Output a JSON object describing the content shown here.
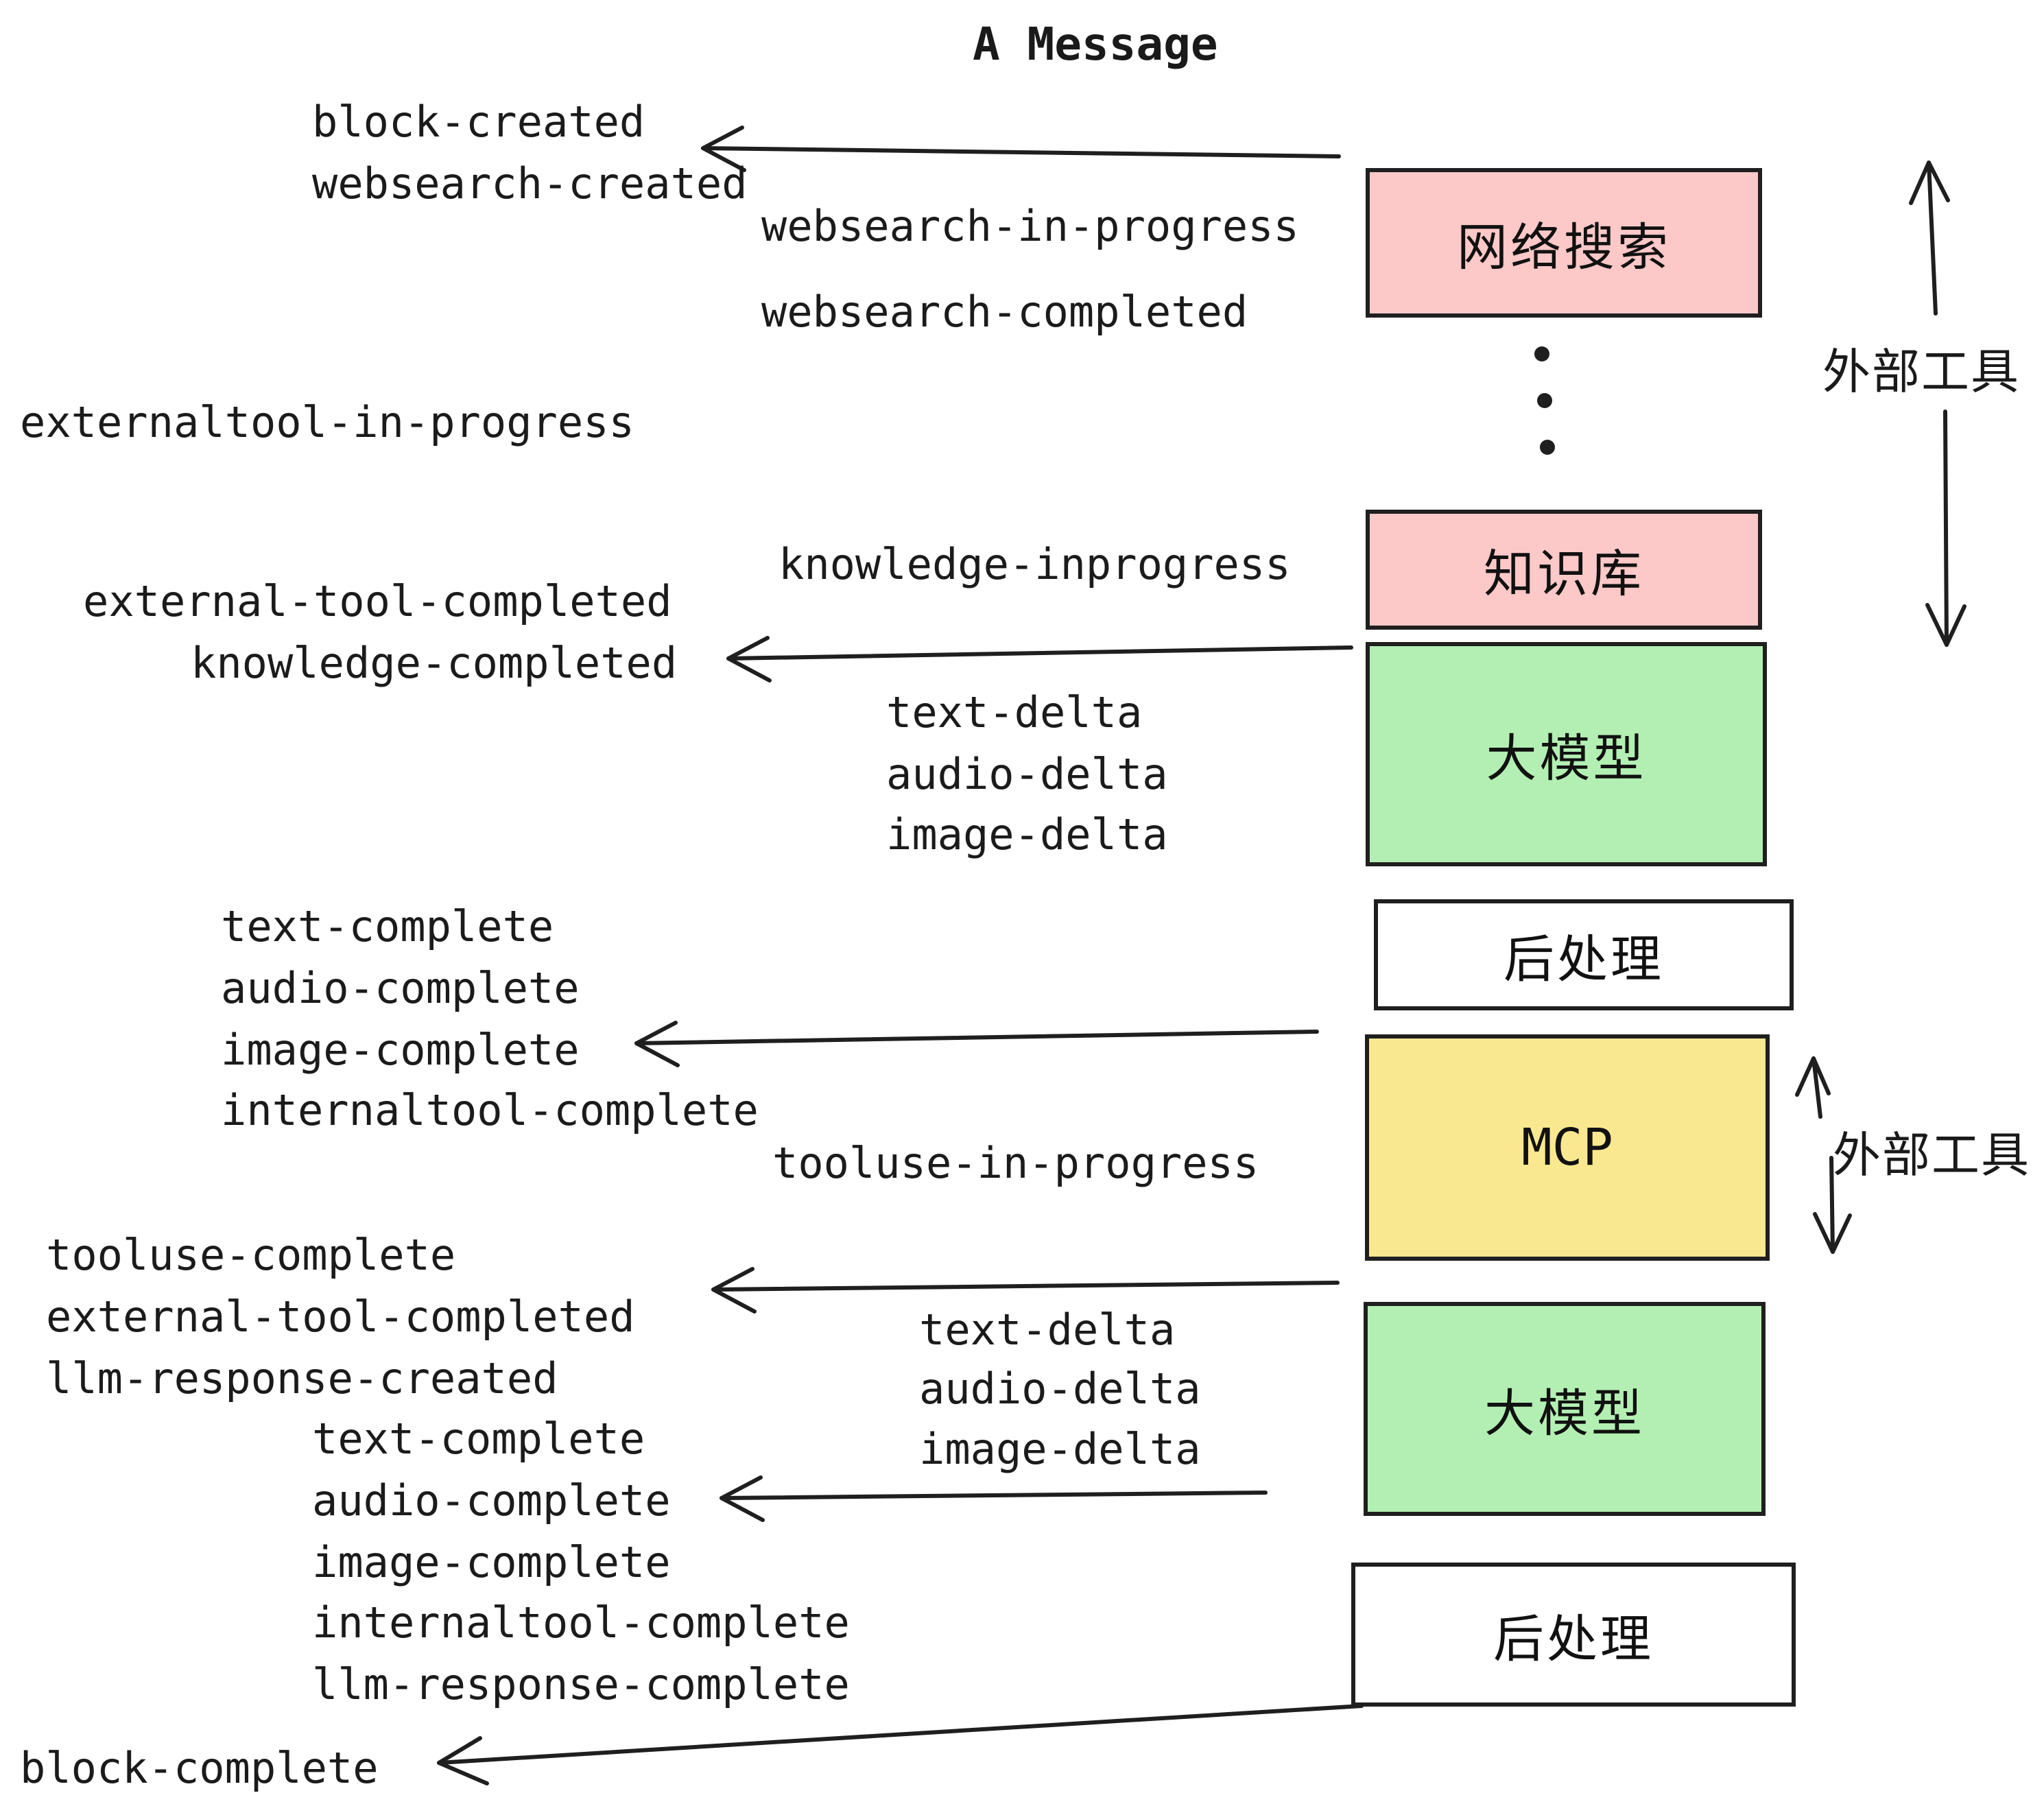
{
  "title": "A Message",
  "boxes": [
    {
      "id": "websearch",
      "label": "网络搜索",
      "color": "#fcc8c8"
    },
    {
      "id": "knowledge",
      "label": "知识库",
      "color": "#fcc8c8"
    },
    {
      "id": "llm1",
      "label": "大模型",
      "color": "#b3efb3"
    },
    {
      "id": "post1",
      "label": "后处理",
      "color": "#ffffff"
    },
    {
      "id": "mcp",
      "label": "MCP",
      "color": "#fae890"
    },
    {
      "id": "llm2",
      "label": "大模型",
      "color": "#b3efb3"
    },
    {
      "id": "post2",
      "label": "后处理",
      "color": "#ffffff"
    }
  ],
  "side_labels": [
    {
      "label": "外部工具"
    },
    {
      "label": "外部工具"
    }
  ],
  "events": [
    {
      "label": "block-created"
    },
    {
      "label": "websearch-created"
    },
    {
      "label": "websearch-in-progress"
    },
    {
      "label": "websearch-completed"
    },
    {
      "label": "externaltool-in-progress"
    },
    {
      "label": "knowledge-inprogress"
    },
    {
      "label": "external-tool-completed"
    },
    {
      "label": "knowledge-completed"
    },
    {
      "label": "text-delta"
    },
    {
      "label": "audio-delta"
    },
    {
      "label": "image-delta"
    },
    {
      "label": "text-complete"
    },
    {
      "label": "audio-complete"
    },
    {
      "label": "image-complete"
    },
    {
      "label": "internaltool-complete"
    },
    {
      "label": "tooluse-in-progress"
    },
    {
      "label": "tooluse-complete"
    },
    {
      "label": "external-tool-completed"
    },
    {
      "label": "llm-response-created"
    },
    {
      "label": "text-delta"
    },
    {
      "label": "audio-delta"
    },
    {
      "label": "image-delta"
    },
    {
      "label": "text-complete"
    },
    {
      "label": "audio-complete"
    },
    {
      "label": "image-complete"
    },
    {
      "label": "internaltool-complete"
    },
    {
      "label": "llm-response-complete"
    },
    {
      "label": "block-complete"
    }
  ],
  "colors": {
    "background": "#ffffff",
    "line": "#1f1f1f",
    "text": "#1b1b1b",
    "pink_box": "#fcc8c8",
    "green_box": "#b3efb3",
    "yellow_box": "#fae890",
    "white_box": "#ffffff"
  }
}
